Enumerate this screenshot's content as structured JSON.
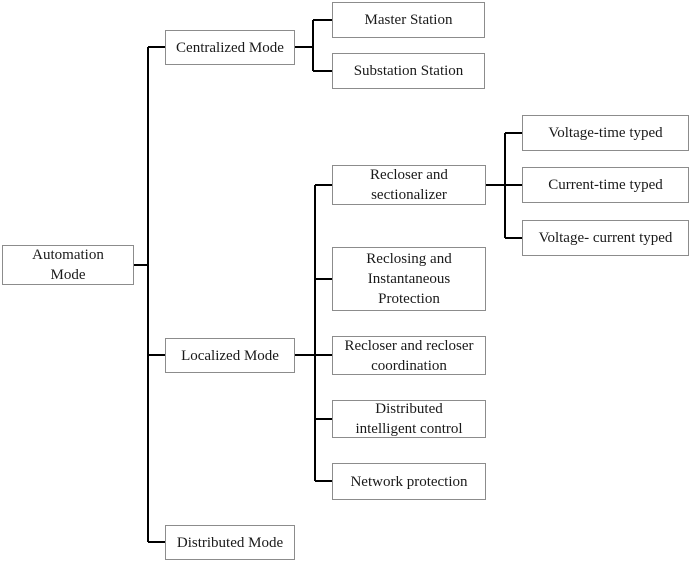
{
  "nodes": {
    "root": "Automation\nMode",
    "centralized": "Centralized Mode",
    "localized": "Localized Mode",
    "distributed": "Distributed Mode",
    "master_station": "Master Station",
    "substation_station": "Substation Station",
    "recloser_sectionalizer": "Recloser and\nsectionalizer",
    "reclosing_protection": "Reclosing and\nInstantaneous\nProtection",
    "recloser_coordination": "Recloser and recloser\ncoordination",
    "distributed_control": "Distributed\nintelligent control",
    "network_protection": "Network protection",
    "voltage_time": "Voltage-time typed",
    "current_time": "Current-time typed",
    "voltage_current": "Voltage- current typed"
  }
}
